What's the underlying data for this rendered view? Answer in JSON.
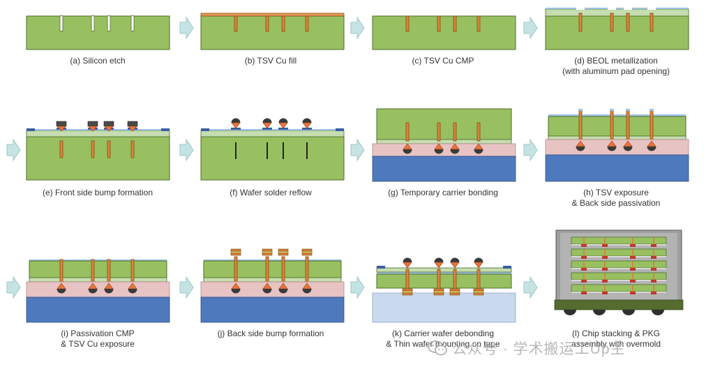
{
  "steps": [
    {
      "id": "a",
      "lines": [
        "(a) Silicon etch"
      ]
    },
    {
      "id": "b",
      "lines": [
        "(b) TSV Cu fill"
      ]
    },
    {
      "id": "c",
      "lines": [
        "(c) TSV Cu CMP"
      ]
    },
    {
      "id": "d",
      "lines": [
        "(d) BEOL metallization",
        "(with aluminum pad opening)"
      ]
    },
    {
      "id": "e",
      "lines": [
        "(e) Front side bump formation"
      ]
    },
    {
      "id": "f",
      "lines": [
        "(f) Wafer solder reflow"
      ]
    },
    {
      "id": "g",
      "lines": [
        "(g) Temporary carrier bonding"
      ]
    },
    {
      "id": "h",
      "lines": [
        "(h) TSV exposure",
        "& Back side passivation"
      ]
    },
    {
      "id": "i",
      "lines": [
        "(i) Passivation CMP",
        "& TSV Cu exposure"
      ]
    },
    {
      "id": "j",
      "lines": [
        "(j) Back side bump formation"
      ]
    },
    {
      "id": "k",
      "lines": [
        "(k) Carrier wafer debonding",
        "& Thin wafer mounting on tape"
      ]
    },
    {
      "id": "l",
      "lines": [
        "(l) Chip stacking & PKG",
        "assembly with overmold"
      ]
    }
  ],
  "watermark": {
    "text": "公众号 · 学术搬运工Up主"
  },
  "colors": {
    "silicon": "#98c060",
    "silicon_edge": "#4d6e2a",
    "copper": "#d8843c",
    "copper_edge": "#8a4a15",
    "carrier": "#4f79bd",
    "adhesive": "#e7c3c3",
    "tape": "#c9d9ee",
    "passivation": "#9dc3e6",
    "pad": "#3a5f9f",
    "bump_cap": "#3a3a3a",
    "bump_tri": "#e8743b",
    "mold": "#a9a9a9",
    "substrate": "#556b2f",
    "arrow": "#c6e3e3"
  }
}
